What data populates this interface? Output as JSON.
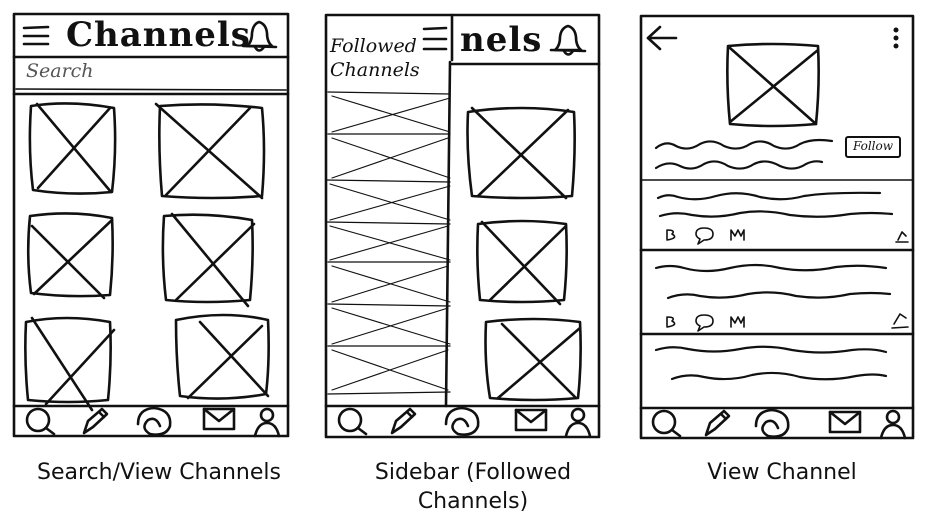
{
  "captions": {
    "search_view": "Search/View Channels",
    "sidebar": "Sidebar (Followed Channels)",
    "view_channel": "View Channel"
  },
  "screen_search": {
    "header_title": "Channels",
    "search_placeholder": "Search"
  },
  "screen_sidebar": {
    "header_title_partial": "nels",
    "sidebar_title": "Followed Channels"
  },
  "screen_view": {
    "follow_label": "Follow"
  },
  "icons": {
    "header": [
      "menu-icon",
      "bell-icon"
    ],
    "bottom_nav": [
      "search-icon",
      "pencil-icon",
      "swirl-icon",
      "mail-icon",
      "profile-icon"
    ],
    "post_actions": [
      "bold-icon",
      "comment-icon",
      "share-icon",
      "edit-icon"
    ],
    "back": "back-arrow-icon",
    "more": "more-icon"
  }
}
